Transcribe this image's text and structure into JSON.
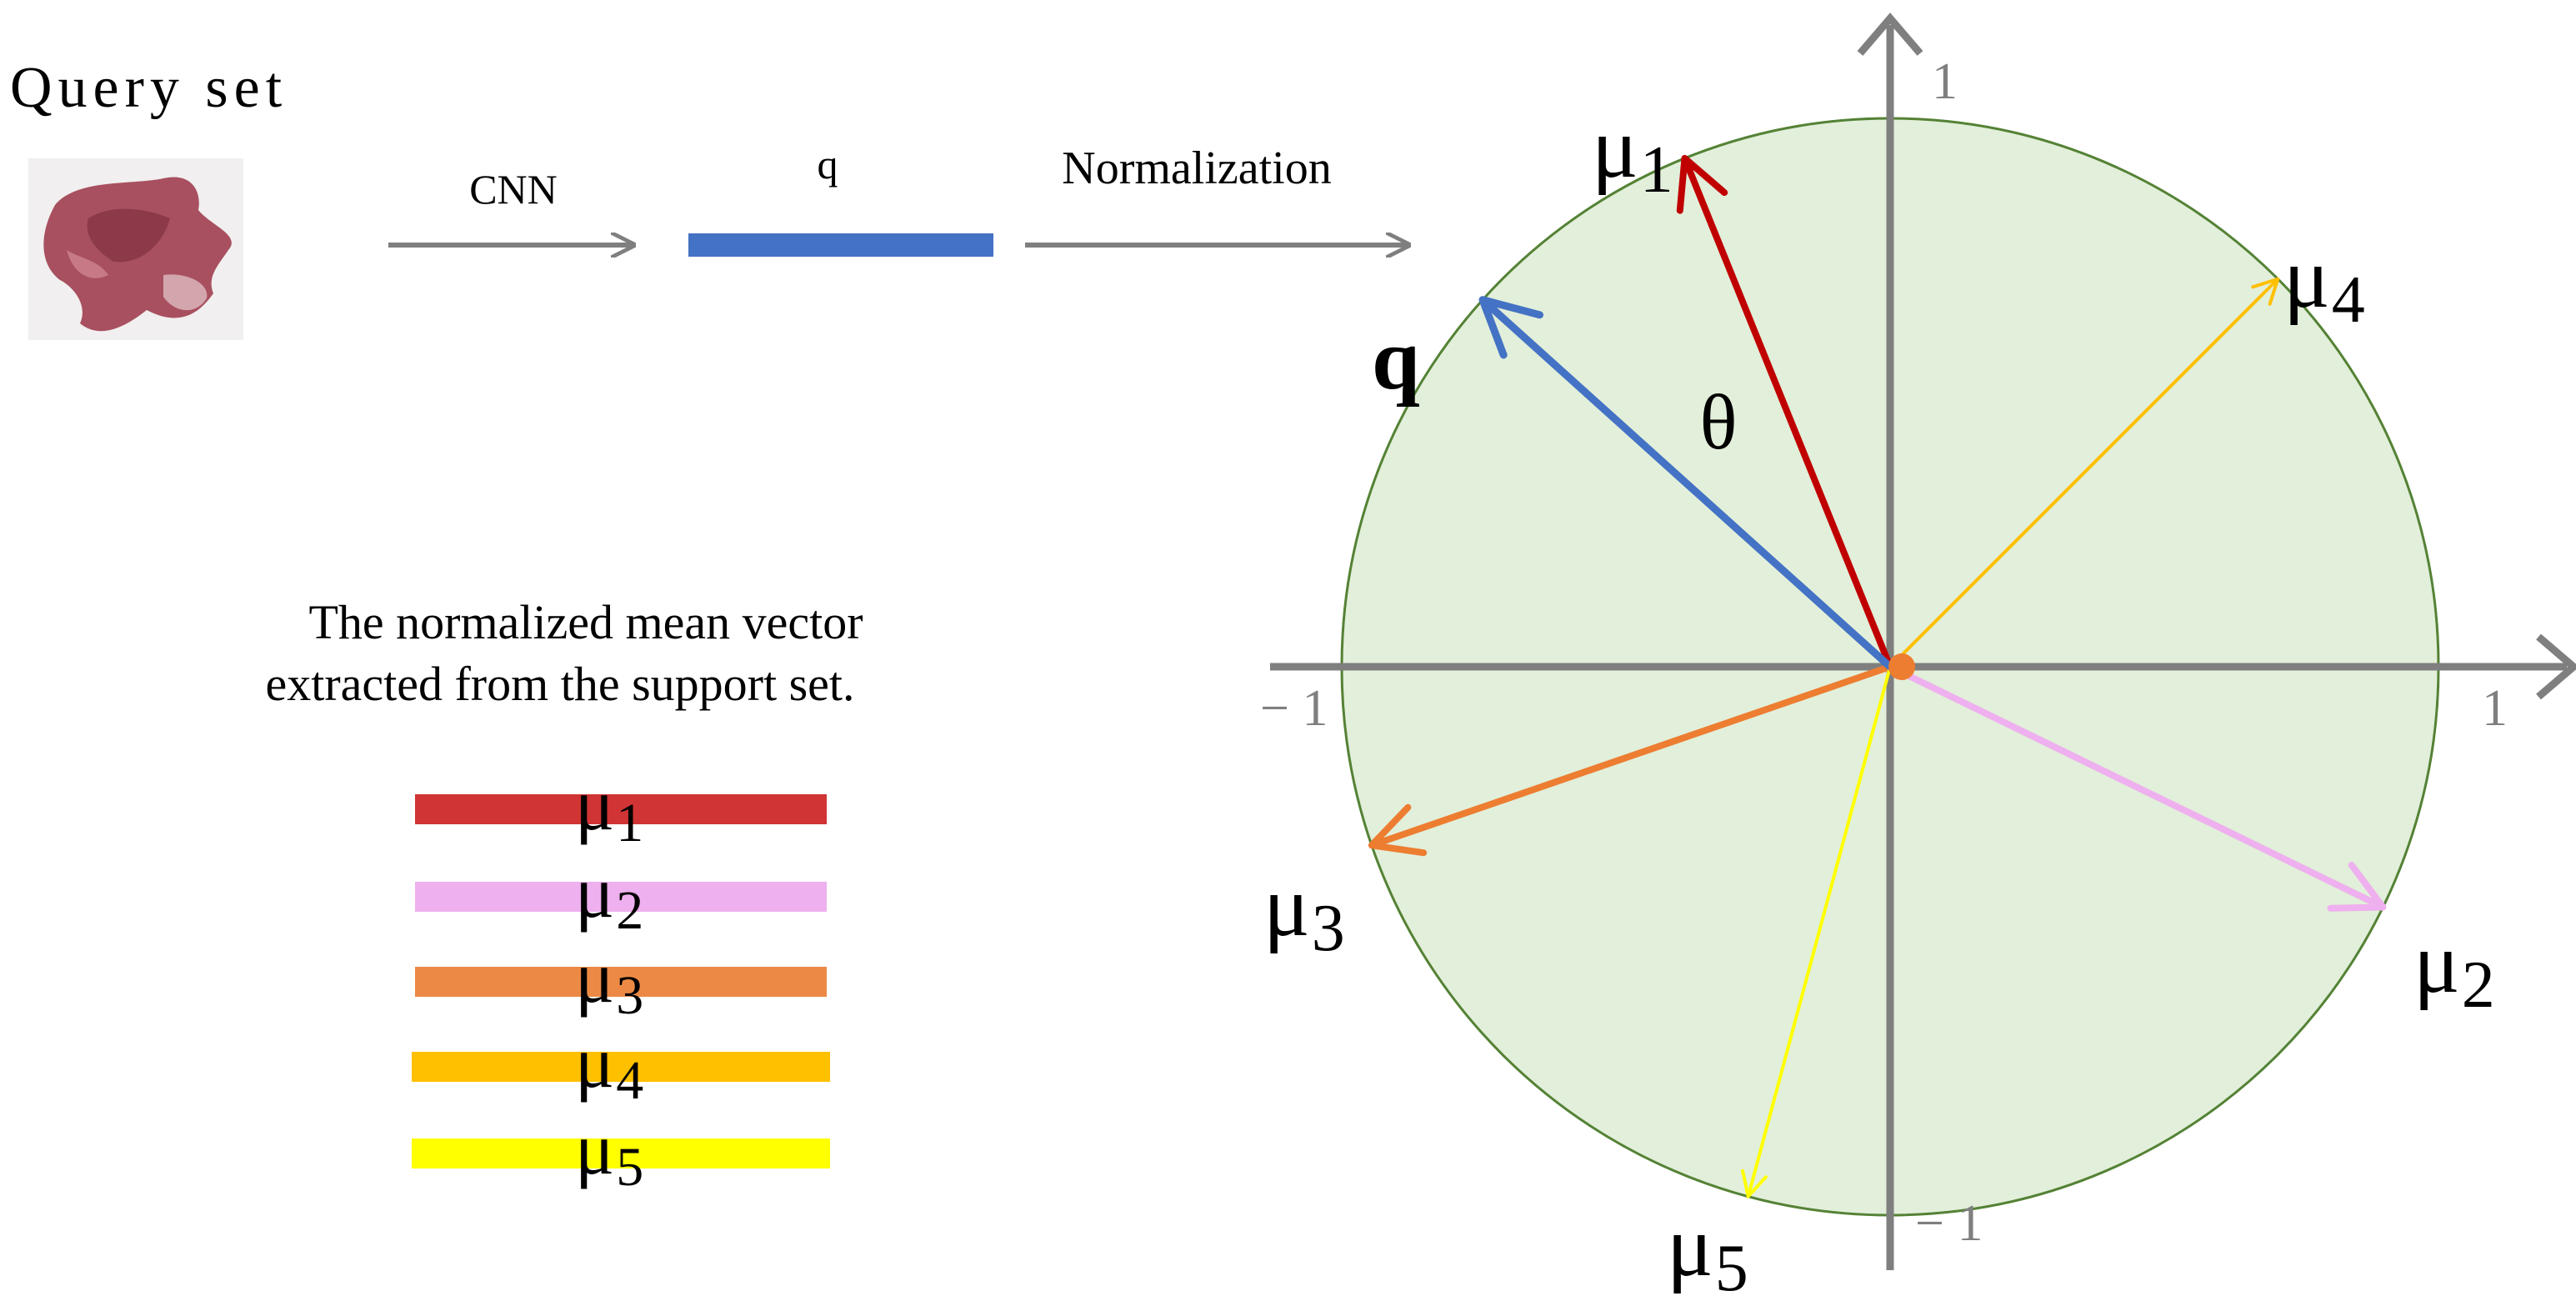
{
  "query": {
    "label": "Query set",
    "step1_label": "CNN",
    "vector_label": "q",
    "step2_label": "Normalization",
    "vector_color": "#4472c4",
    "arrow_color": "#7f7f7f"
  },
  "support": {
    "caption_line1": "The normalized mean vector",
    "caption_line2": "extracted from the support set.",
    "vectors": [
      {
        "sym": "μ",
        "sub": "1",
        "color": "#d03434"
      },
      {
        "sym": "μ",
        "sub": "2",
        "color": "#eeb0ee"
      },
      {
        "sym": "μ",
        "sub": "3",
        "color": "#ec8a45"
      },
      {
        "sym": "μ",
        "sub": "4",
        "color": "#ffc000"
      },
      {
        "sym": "μ",
        "sub": "5",
        "color": "#ffff00"
      }
    ]
  },
  "plot": {
    "circle_fill": "#e2efda",
    "circle_stroke": "#548235",
    "axis_color": "#7f7f7f",
    "ticks": {
      "x_pos": "1",
      "x_neg": "− 1",
      "y_pos": "1",
      "y_neg": "− 1"
    },
    "angle_label": "θ",
    "query_vector": {
      "label": "q",
      "color": "#4472c4",
      "angle_deg": 138
    },
    "mean_vectors": [
      {
        "sym": "μ",
        "sub": "1",
        "color": "#c00000",
        "angle_deg": 112
      },
      {
        "sym": "μ",
        "sub": "2",
        "color": "#eeb0ee",
        "angle_deg": -26
      },
      {
        "sym": "μ",
        "sub": "3",
        "color": "#ed7d31",
        "angle_deg": 199
      },
      {
        "sym": "μ",
        "sub": "4",
        "color": "#ffc000",
        "angle_deg": 45
      },
      {
        "sym": "μ",
        "sub": "5",
        "color": "#ffff00",
        "angle_deg": 255
      }
    ]
  }
}
